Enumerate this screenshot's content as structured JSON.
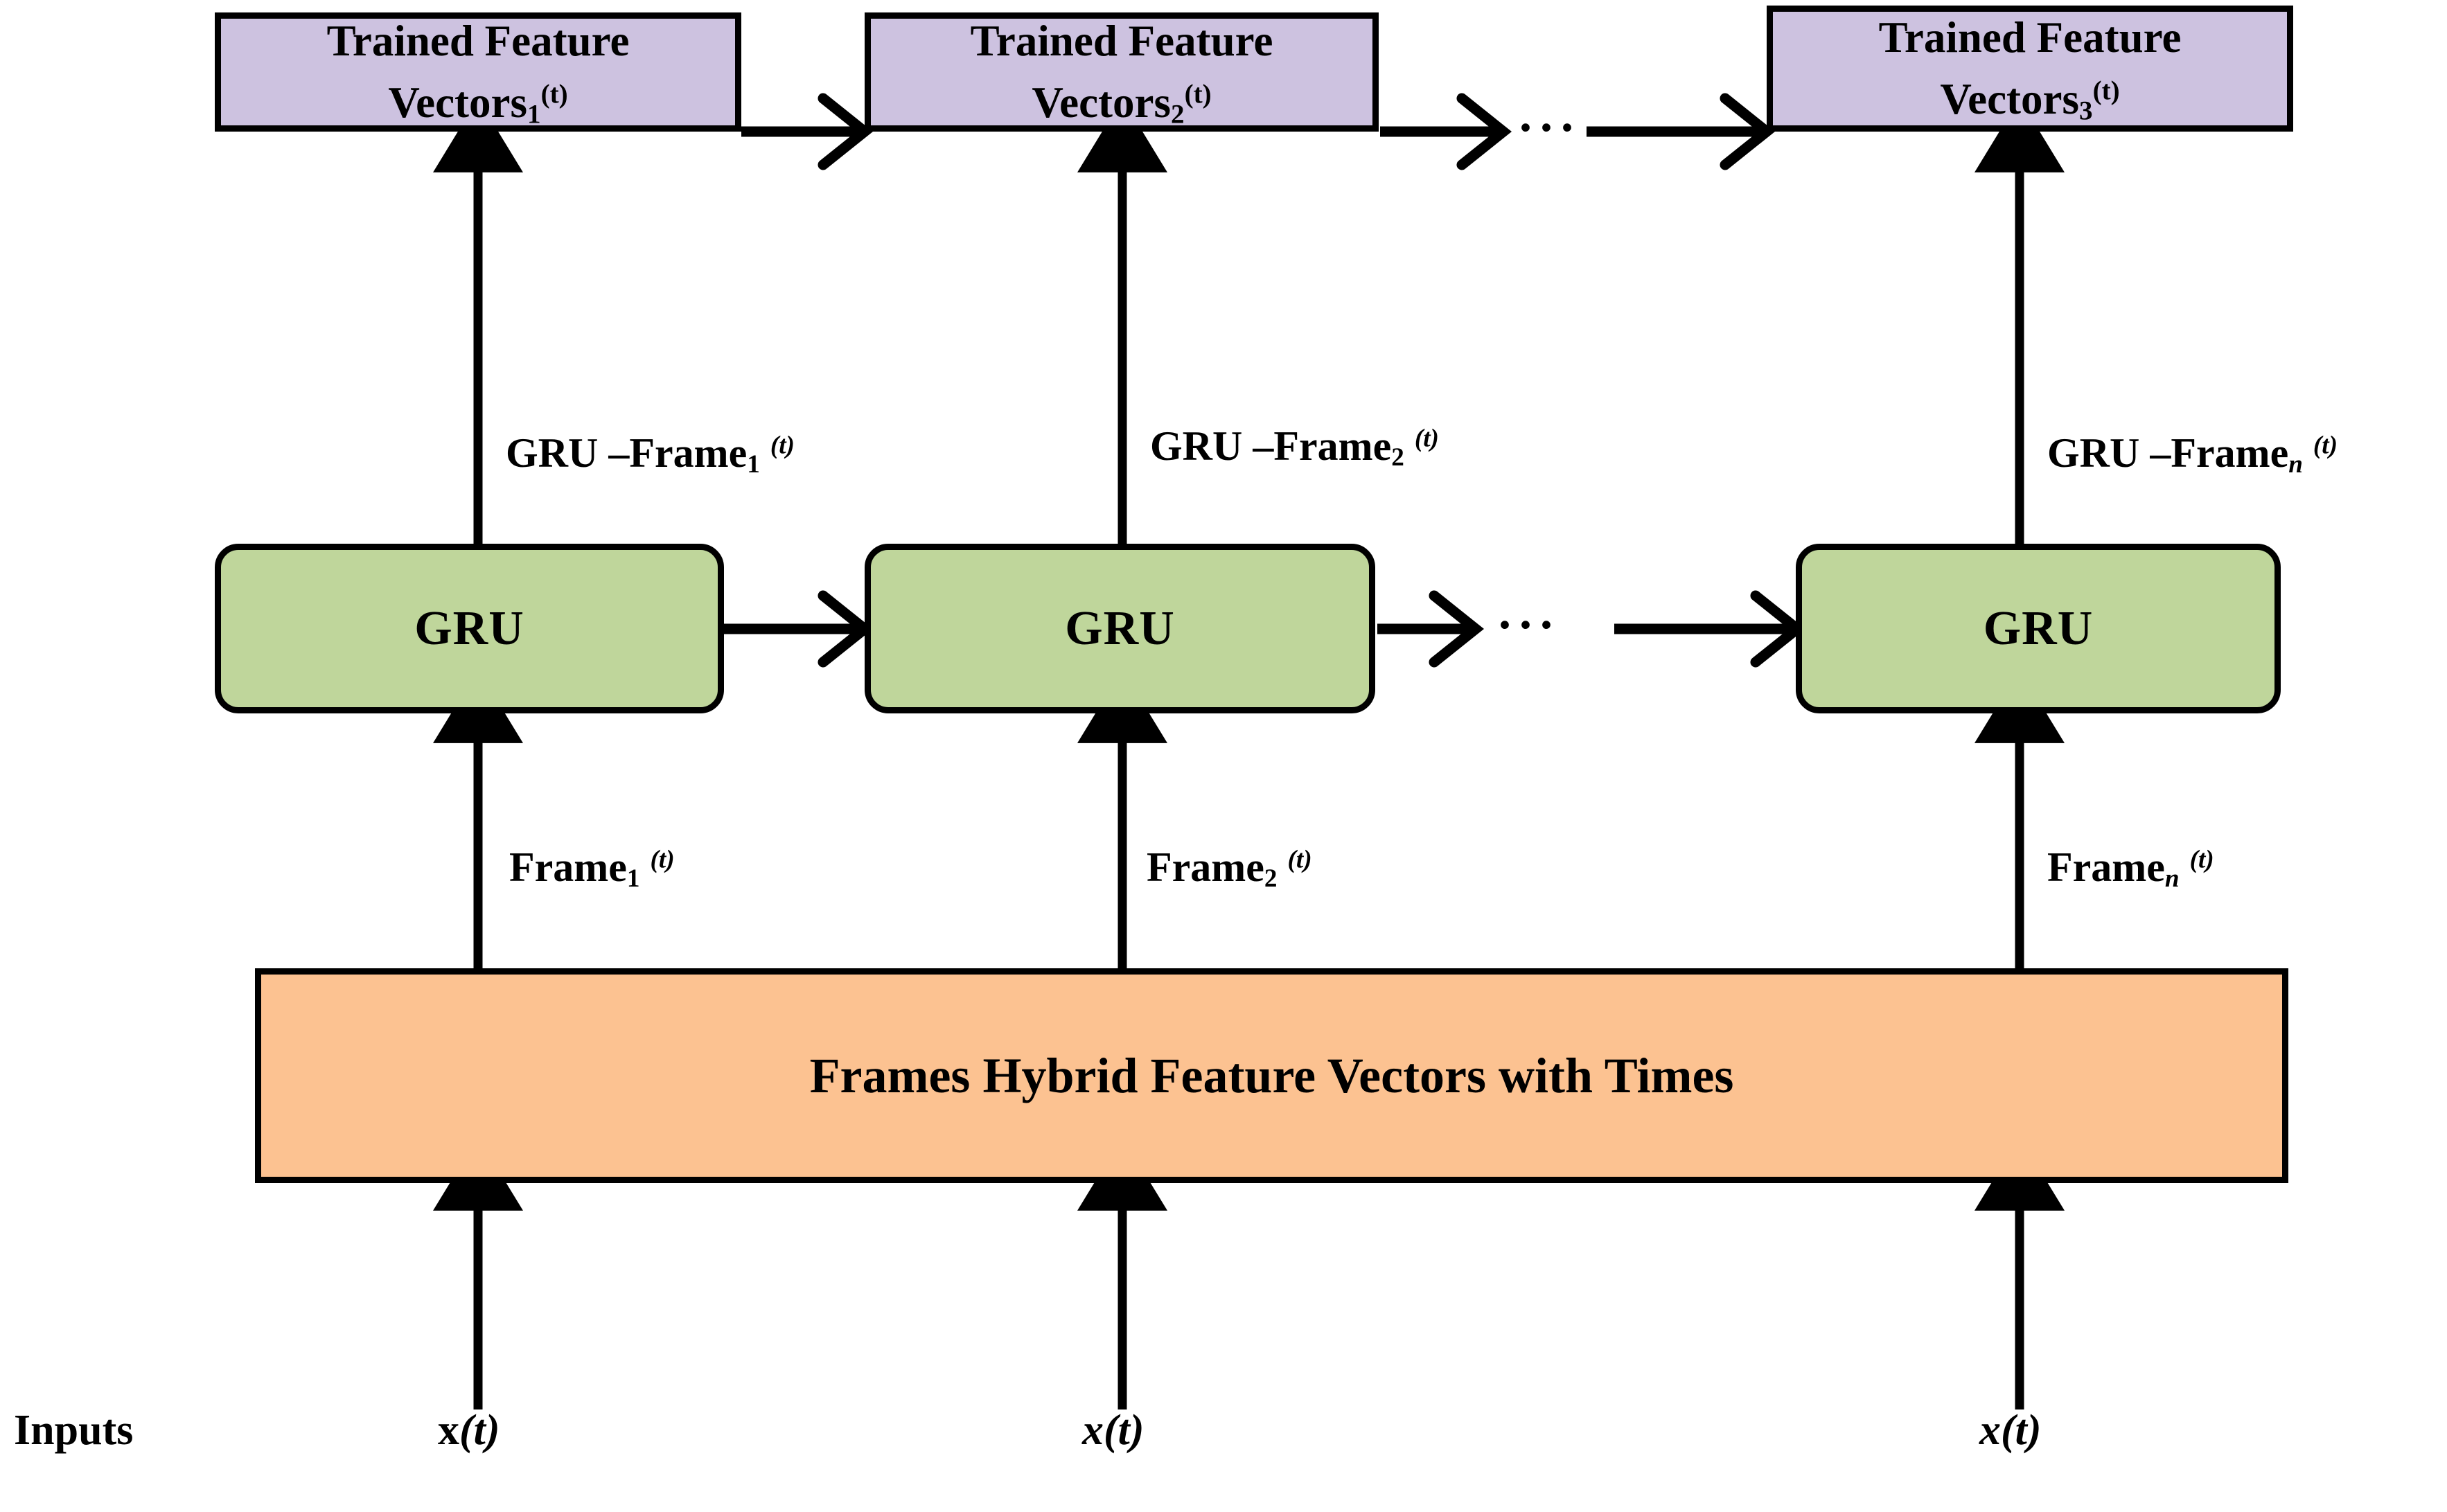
{
  "diagram": {
    "title": "GRU frame-wise hybrid feature vector pipeline",
    "colors": {
      "trained_feature_vectors_fill": "#cdc2e0",
      "gru_fill": "#bfd69b",
      "hybrid_fill": "#fcc291",
      "stroke": "#000000",
      "background": "#ffffff"
    },
    "ellipsis": "···"
  },
  "top_row": {
    "boxes": [
      {
        "line1": "Trained Feature",
        "line2_base": "Vectors",
        "line2_sub": "1",
        "line2_sup": "(t)"
      },
      {
        "line1": "Trained Feature",
        "line2_base": "Vectors",
        "line2_sub": "2",
        "line2_sup": "(t)"
      },
      {
        "line1": "Trained Feature",
        "line2_base": "Vectors",
        "line2_sub": "3",
        "line2_sup": "(t)"
      }
    ]
  },
  "gru_row": {
    "boxes": [
      {
        "label": "GRU"
      },
      {
        "label": "GRU"
      },
      {
        "label": "GRU"
      }
    ]
  },
  "gru_frame_labels": [
    {
      "base": "GRU –Frame",
      "sub": "1",
      "sub_italic": false,
      "sup": "(t)"
    },
    {
      "base": "GRU –Frame",
      "sub": "2",
      "sub_italic": false,
      "sup": "(t)"
    },
    {
      "base": "GRU –Frame",
      "sub": "n",
      "sub_italic": true,
      "sup": "(t)"
    }
  ],
  "frame_labels": [
    {
      "base": "Frame",
      "sub": "1",
      "sub_italic": false,
      "sup": "(t)"
    },
    {
      "base": "Frame",
      "sub": "2",
      "sub_italic": false,
      "sup": "(t)"
    },
    {
      "base": "Frame",
      "sub": "n",
      "sub_italic": true,
      "sup": "(t)"
    }
  ],
  "hybrid_box": {
    "label": "Frames Hybrid Feature Vectors with Times"
  },
  "inputs": {
    "row_label": "Inputs",
    "signals": [
      {
        "base": "x",
        "arg": "(t)"
      },
      {
        "base": "x",
        "arg": "(t)"
      },
      {
        "base": "x",
        "arg": "(t)"
      }
    ]
  }
}
